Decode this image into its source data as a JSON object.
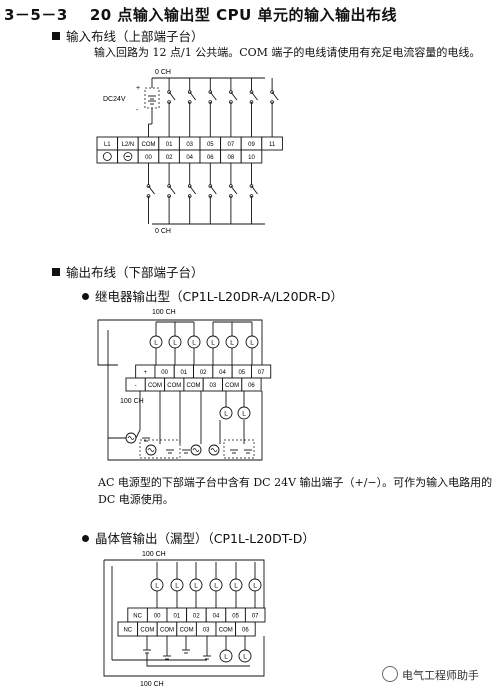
{
  "page": {
    "section_number": "3－5－3",
    "title": "20 点输入输出型 CPU 单元的输入输出布线"
  },
  "input": {
    "heading": "输入布线（上部端子台）",
    "description": "输入回路为 12 点/1 公共端。COM 端子的电线请使用有充足电流容量的电线。",
    "ch_top": "0 CH",
    "ch_bottom": "0 CH",
    "supply_label": "DC24V",
    "plus": "+",
    "minus": "-",
    "top_row": [
      "L1",
      "L2/N",
      "COM",
      "01",
      "03",
      "05",
      "07",
      "09",
      "11"
    ],
    "bottom_row": [
      "",
      "",
      "00",
      "02",
      "04",
      "06",
      "08",
      "10"
    ]
  },
  "output": {
    "heading": "输出布线（下部端子台）",
    "relay": {
      "heading": "继电器输出型（CP1L-L20DR-A/L20DR-D）",
      "ch_top": "100 CH",
      "ch_bottom": "100 CH",
      "top_row": [
        "+",
        "00",
        "01",
        "02",
        "04",
        "05",
        "07"
      ],
      "bottom_row": [
        "-",
        "COM",
        "COM",
        "COM",
        "03",
        "COM",
        "06"
      ],
      "note": "AC 电源型的下部端子台中含有 DC 24V 输出端子（+/−）。可作为输入电路用的 DC 电源使用。"
    },
    "transistor": {
      "heading": "晶体管输出（漏型）（CP1L-L20DT-D）",
      "ch_top": "100 CH",
      "ch_bottom": "100 CH",
      "top_row": [
        "NC",
        "00",
        "01",
        "02",
        "04",
        "05",
        "07"
      ],
      "bottom_row": [
        "NC",
        "COM",
        "COM",
        "COM",
        "03",
        "COM",
        "06"
      ]
    }
  },
  "load_label": "L",
  "watermark": "电气工程师助手"
}
